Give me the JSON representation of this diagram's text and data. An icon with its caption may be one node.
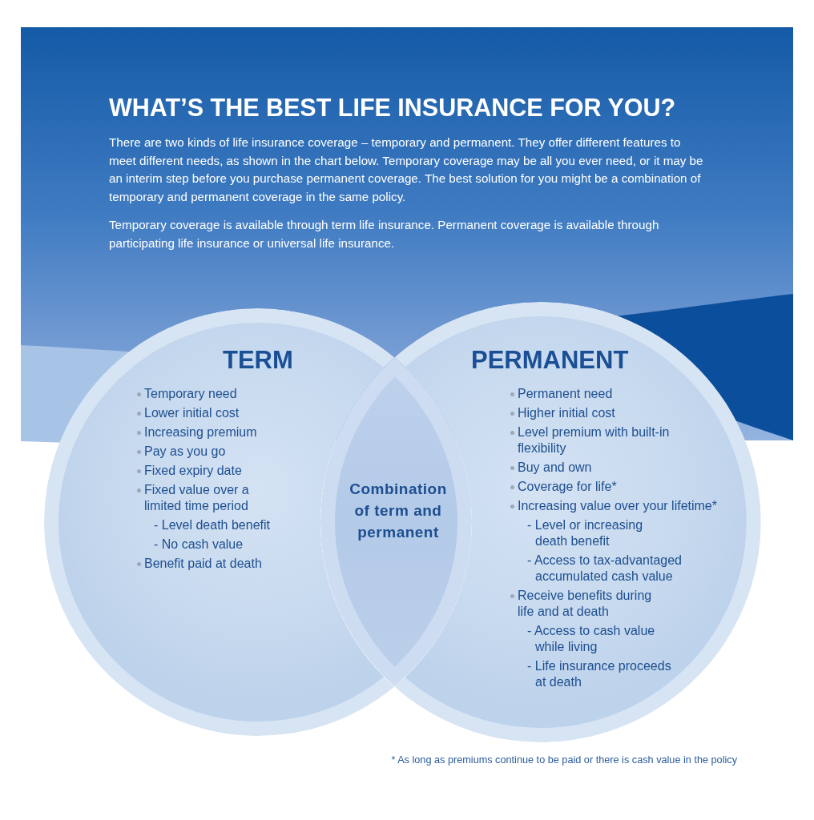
{
  "diagram": {
    "title": "WHAT’S THE BEST LIFE INSURANCE FOR YOU?",
    "nodes": [
      {
        "text": [
          "TERM",
          "Temporary need",
          "Lower initial cost",
          "Increasing premium",
          "Pay as you go",
          "Fixed expiry date",
          "Fixed value over a limited time period",
          "- Level death benefit",
          "- No cash value",
          "Benefit paid at death"
        ]
      },
      {
        "text": [
          "PERMANENT",
          "Permanent need",
          "Higher initial cost",
          "Level premium with built-in flexibility",
          "Buy and own",
          "Coverage for life*",
          "Increasing value over your lifetime*",
          "- Level or increasing death benefit",
          "- Access to tax-advantaged accumulated cash value",
          "Receive benefits during life and at death",
          "- Access to cash value while living",
          "- Life insurance proceeds at death"
        ]
      },
      {
        "text": [
          "Combination of term and permanent"
        ]
      }
    ],
    "labels": [
      "There are two kinds of life insurance coverage – temporary and permanent. They offer different features to meet different needs, as shown in the chart below. Temporary coverage may be all you ever need, or it may be an interim step before you purchase permanent coverage. The best solution for you might be a combination of temporary and permanent coverage in the same policy.",
      "Temporary coverage is available through term life insurance. Permanent coverage is available through participating life insurance or universal life insurance.",
      "* As long as premiums continue to be paid or there is cash value in the policy"
    ]
  }
}
